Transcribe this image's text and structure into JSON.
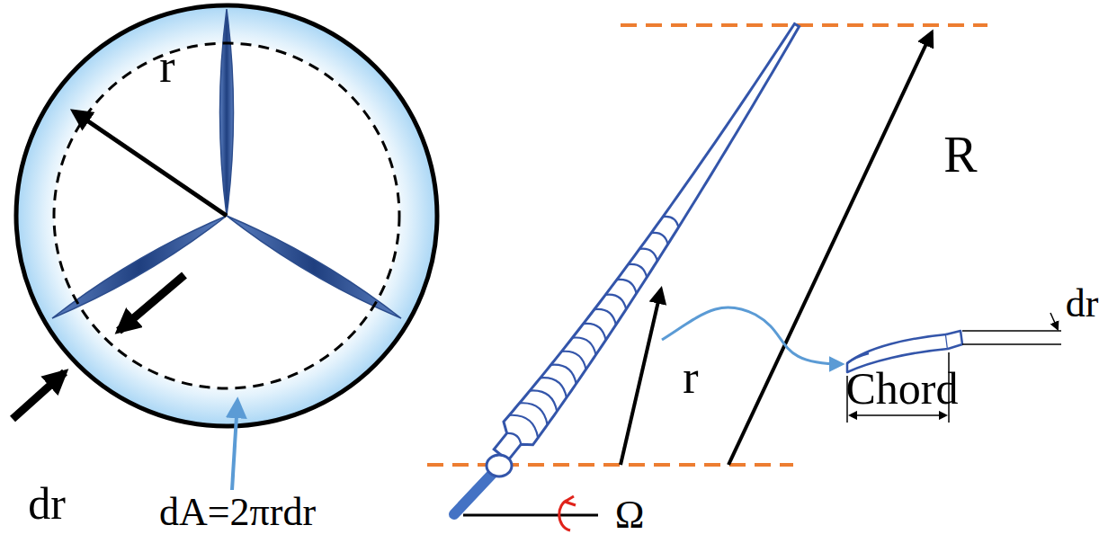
{
  "diagram": {
    "labels": [
      "r",
      "dr",
      "dA=2πrdr",
      "R",
      "r",
      "dr",
      "Chord",
      "Ω"
    ]
  }
}
